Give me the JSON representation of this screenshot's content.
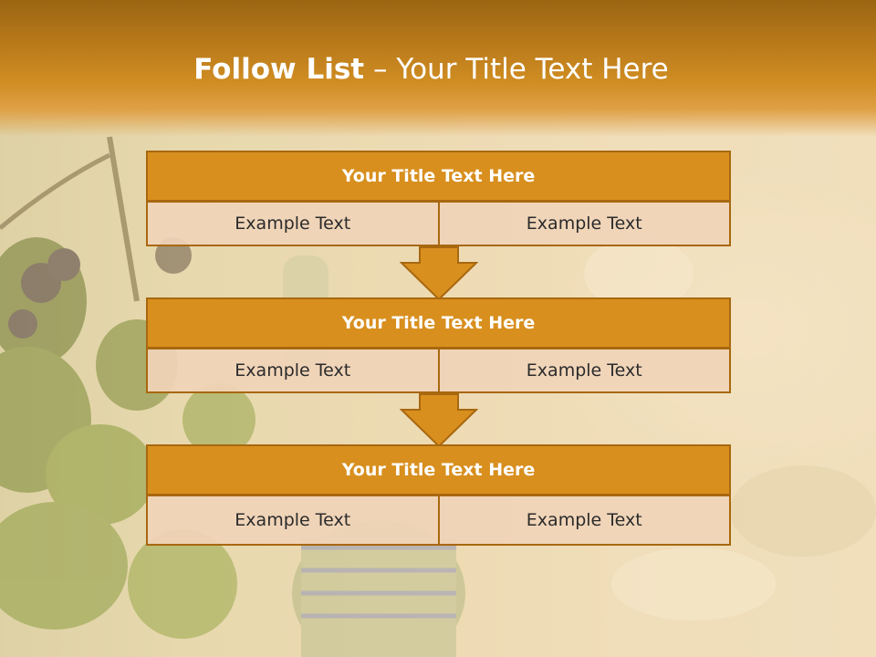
{
  "title": {
    "bold": "Follow List",
    "rest": "– Your Title Text Here"
  },
  "colors": {
    "header": "#d08d22",
    "box_fill": "#d88f1e",
    "box_border": "#a8680f",
    "cell_fill": "#f0d4b8",
    "text_light": "#ffffff",
    "text_dark": "#2b2b2b"
  },
  "blocks": [
    {
      "title": "Your Title Text Here",
      "left": "Example Text",
      "right": "Example Text"
    },
    {
      "title": "Your Title Text Here",
      "left": "Example Text",
      "right": "Example Text"
    },
    {
      "title": "Your Title Text Here",
      "left": "Example Text",
      "right": "Example Text"
    }
  ],
  "connectors": [
    "down-arrow-icon",
    "down-arrow-icon"
  ]
}
